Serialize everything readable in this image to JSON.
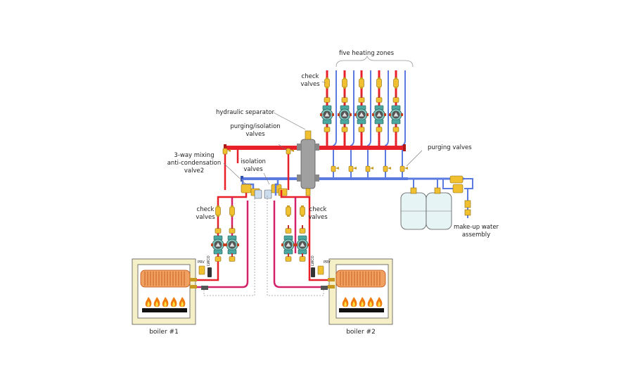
{
  "labels": {
    "zones": "five heating zones",
    "check_valves_top_1": "check",
    "check_valves_top_2": "valves",
    "hydraulic_separator": "hydraulic separator",
    "purging_isolation_1": "purging/isolation",
    "purging_isolation_2": "valves",
    "mixing_1": "3-way mixing",
    "mixing_2": "anti-condensation",
    "mixing_3": "valve2",
    "isolation_1": "isolation",
    "isolation_2": "valves",
    "check_left_1": "check",
    "check_left_2": "valves",
    "check_right_1": "check",
    "check_right_2": "valves",
    "purging_valves": "purging valves",
    "makeup_1": "make-up water",
    "makeup_2": "assembly",
    "boiler1": "boiler #1",
    "boiler2": "boiler #2",
    "prv_1": "PRV",
    "lwco_1": "LWCO",
    "prv_2": "PRV",
    "lwco_2": "LWCO"
  },
  "colors": {
    "supply_pipe": "#e8202a",
    "return_pipe": "#5b7be0",
    "boiler_loop": "#d4226a",
    "valve_body": "#f0c030",
    "pump_body": "#4aa8a0",
    "separator": "#a0a0a0",
    "tank": "#e6f4f6",
    "boiler_cabinet": "#f6f0c8",
    "flame": "#f07c10"
  }
}
